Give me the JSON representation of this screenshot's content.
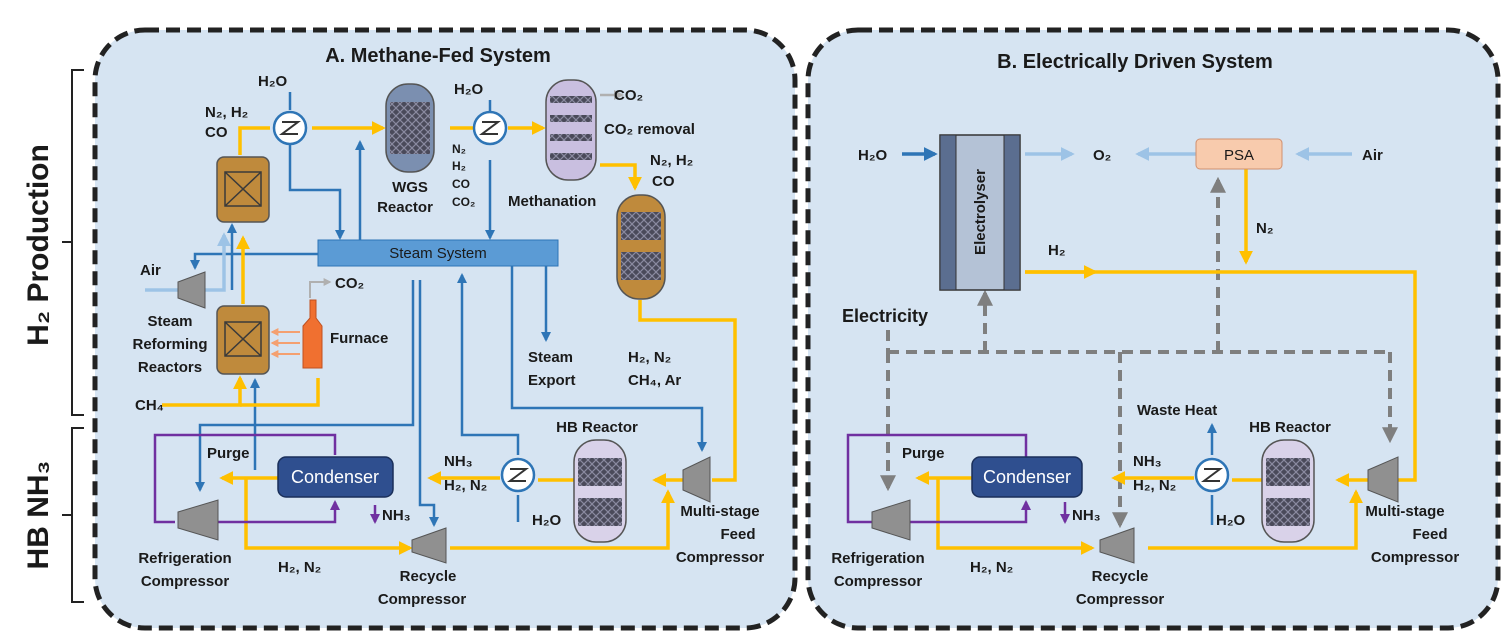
{
  "side_labels": {
    "h2_production": "H₂ Production",
    "hb_nh3": "HB NH₃"
  },
  "panel_a": {
    "title": "A. Methane-Fed System",
    "h2o_top_left": "H₂O",
    "n2_h2": "N₂, H₂",
    "co": "CO",
    "wgs_h2o": "H₂O",
    "wgs_label_1": "WGS",
    "wgs_label_2": "Reactor",
    "gas_n2": "N₂",
    "gas_h2": "H₂",
    "gas_co": "CO",
    "gas_co2": "CO₂",
    "co2_vent": "CO₂",
    "co2_removal": "CO₂ removal",
    "methanation": "Methanation",
    "n2_h2_right": "N₂, H₂",
    "co_right": "CO",
    "steam_system": "Steam System",
    "air": "Air",
    "furnace_co2": "CO₂",
    "furnace": "Furnace",
    "steam_reforming_1": "Steam",
    "steam_reforming_2": "Reforming",
    "steam_reforming_3": "Reactors",
    "ch4": "CH₄",
    "steam_export_1": "Steam",
    "steam_export_2": "Export",
    "syngas_1": "H₂, N₂",
    "syngas_2": "CH₄, Ar",
    "hb_reactor": "HB Reactor",
    "purge": "Purge",
    "condenser": "Condenser",
    "nh3_in": "NH₃",
    "h2_n2_in": "H₂, N₂",
    "nh3_out": "NH₃",
    "hb_h2o": "H₂O",
    "refrig_1": "Refrigeration",
    "refrig_2": "Compressor",
    "recycle_gas": "H₂, N₂",
    "recycle_1": "Recycle",
    "recycle_2": "Compressor",
    "msfc_1": "Multi-stage",
    "msfc_2": "Feed",
    "msfc_3": "Compressor"
  },
  "panel_b": {
    "title": "B. Electrically Driven System",
    "h2o_in": "H₂O",
    "electrolyser": "Electrolyser",
    "o2": "O₂",
    "psa": "PSA",
    "air": "Air",
    "n2": "N₂",
    "h2": "H₂",
    "electricity": "Electricity",
    "waste_heat": "Waste Heat",
    "hb_reactor": "HB Reactor",
    "purge": "Purge",
    "condenser": "Condenser",
    "nh3_in": "NH₃",
    "h2_n2_in": "H₂, N₂",
    "nh3_out": "NH₃",
    "hb_h2o": "H₂O",
    "refrig_1": "Refrigeration",
    "refrig_2": "Compressor",
    "recycle_gas": "H₂, N₂",
    "recycle_1": "Recycle",
    "recycle_2": "Compressor",
    "msfc_1": "Multi-stage",
    "msfc_2": "Feed",
    "msfc_3": "Compressor"
  },
  "colors": {
    "panel_bg": "#d6e4f2",
    "panel_border": "#222222",
    "steam_line": "#2e75b6",
    "light_blue_line": "#9dc3e6",
    "process_line": "#ffc000",
    "purge_line": "#7030a0",
    "electric_line": "#7f7f7f",
    "reactor_brown": "#bf8a3c",
    "steam_system_fill": "#5b9bd5",
    "condenser_fill": "#2f4f8f",
    "hb_reactor_fill": "#d9d2e9",
    "furnace_fill": "#f07030",
    "psa_fill": "#f8cbad"
  }
}
